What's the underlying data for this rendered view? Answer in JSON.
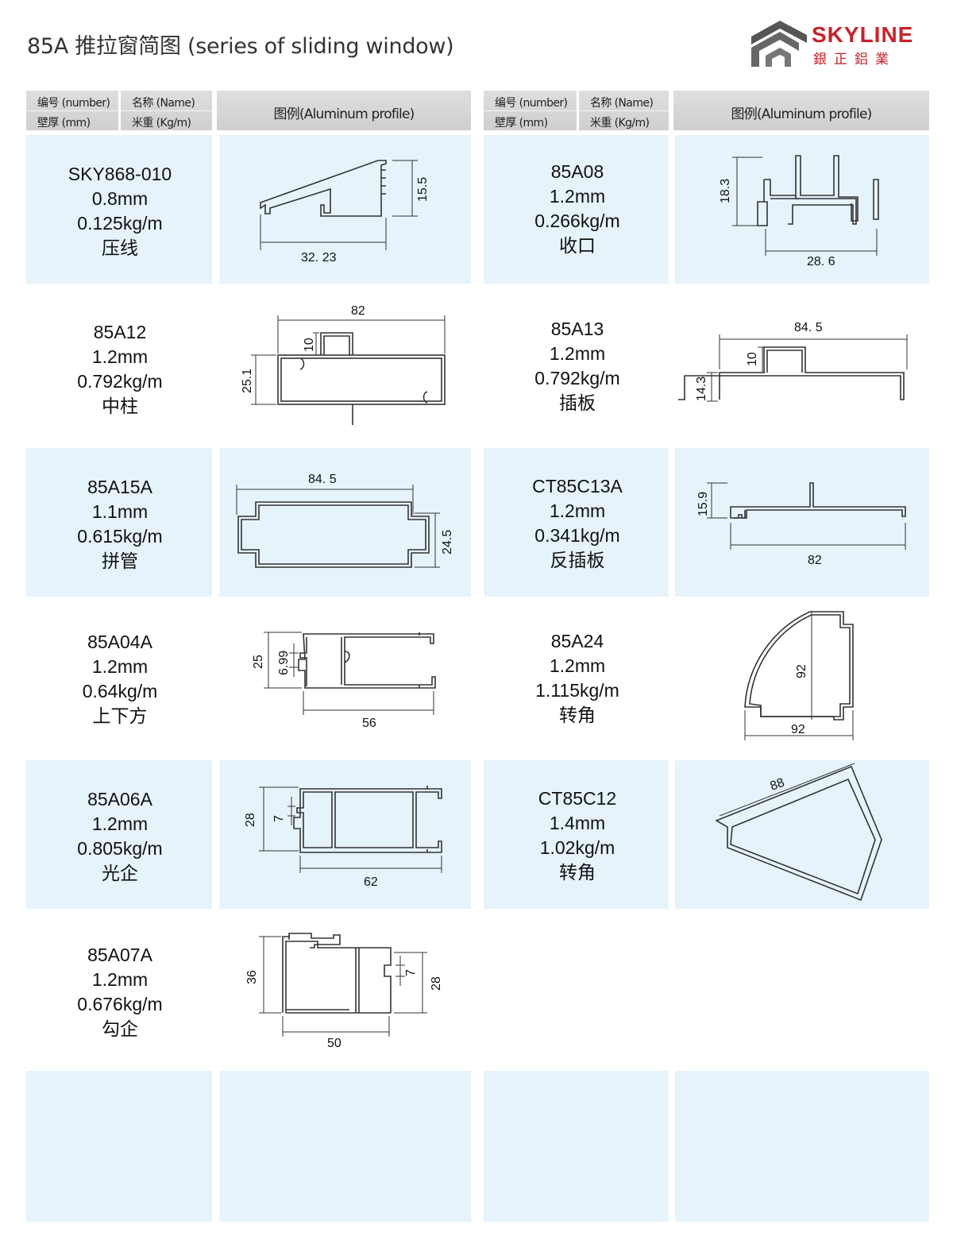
{
  "page": {
    "title": "85A 推拉窗简图 (series of sliding window)",
    "brand": {
      "name": "SKYLINE",
      "subtitle": "銀正鋁業"
    }
  },
  "table_header": {
    "number_label": "编号 (number)",
    "name_label": "名称 (Name)",
    "thickness_label": "壁厚 (mm)",
    "weight_label": "米重 (Kg/m)",
    "profile_label": "图例(Aluminum profile)"
  },
  "profiles": [
    {
      "number": "SKY868-010",
      "thickness": "0.8mm",
      "weight": "0.125kg/m",
      "name": "压线",
      "dims": [
        "15.5",
        "32. 23"
      ]
    },
    {
      "number": "85A08",
      "thickness": "1.2mm",
      "weight": "0.266kg/m",
      "name": "收口",
      "dims": [
        "18.3",
        "28. 6"
      ]
    },
    {
      "number": "85A12",
      "thickness": "1.2mm",
      "weight": "0.792kg/m",
      "name": "中柱",
      "dims": [
        "82",
        "10",
        "25.1"
      ]
    },
    {
      "number": "85A13",
      "thickness": "1.2mm",
      "weight": "0.792kg/m",
      "name": "插板",
      "dims": [
        "84. 5",
        "10",
        "14.3"
      ]
    },
    {
      "number": "85A15A",
      "thickness": "1.1mm",
      "weight": "0.615kg/m",
      "name": "拼管",
      "dims": [
        "84. 5",
        "24.5"
      ]
    },
    {
      "number": "CT85C13A",
      "thickness": "1.2mm",
      "weight": "0.341kg/m",
      "name": "反插板",
      "dims": [
        "15.9",
        "82"
      ]
    },
    {
      "number": "85A04A",
      "thickness": "1.2mm",
      "weight": "0.64kg/m",
      "name": "上下方",
      "dims": [
        "25",
        "6.99",
        "56"
      ]
    },
    {
      "number": "85A24",
      "thickness": "1.2mm",
      "weight": "1.115kg/m",
      "name": "转角",
      "dims": [
        "92",
        "92"
      ]
    },
    {
      "number": "85A06A",
      "thickness": "1.2mm",
      "weight": "0.805kg/m",
      "name": "光企",
      "dims": [
        "28",
        "7",
        "62"
      ]
    },
    {
      "number": "CT85C12",
      "thickness": "1.4mm",
      "weight": "1.02kg/m",
      "name": "转角",
      "dims": [
        "88"
      ]
    },
    {
      "number": "85A07A",
      "thickness": "1.2mm",
      "weight": "0.676kg/m",
      "name": "勾企",
      "dims": [
        "36",
        "7",
        "28",
        "50"
      ]
    }
  ]
}
